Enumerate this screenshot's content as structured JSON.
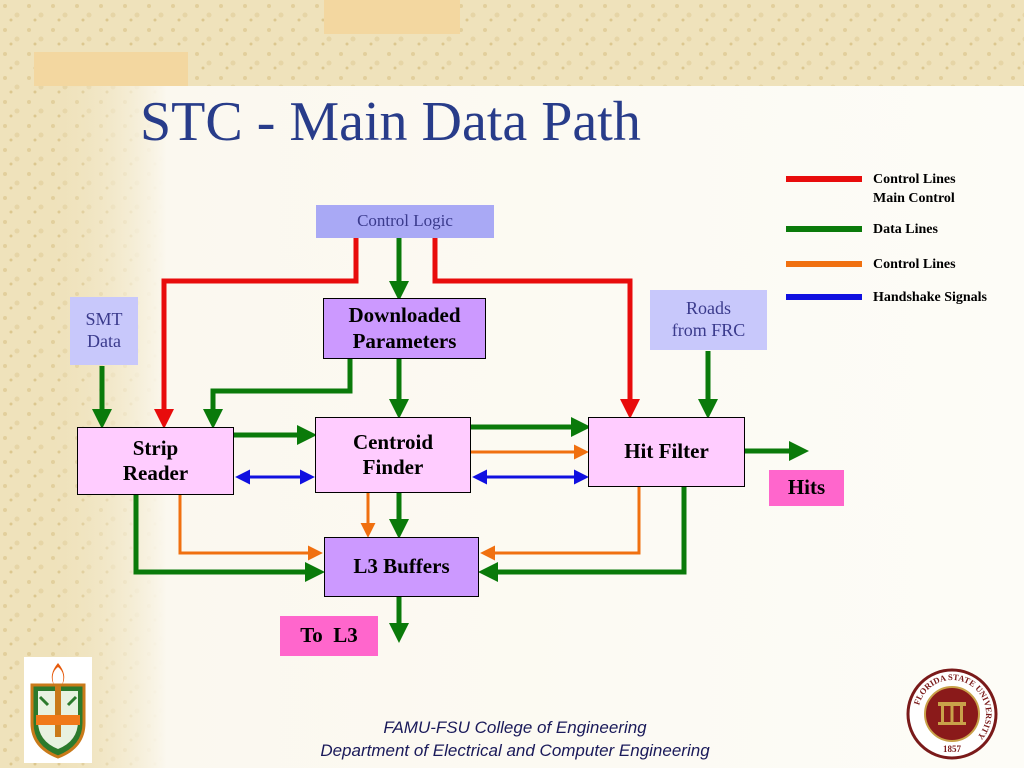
{
  "slide": {
    "title": "STC - Main Data Path"
  },
  "legend": {
    "items": [
      {
        "label_line1": "Control Lines",
        "label_line2": "Main Control",
        "color": "#e80c0c"
      },
      {
        "label_line1": "Data Lines",
        "label_line2": "",
        "color": "#0a7a0a"
      },
      {
        "label_line1": "Control Lines",
        "label_line2": "",
        "color": "#f07010"
      },
      {
        "label_line1": "Handshake Signals",
        "label_line2": "",
        "color": "#1010e0"
      }
    ]
  },
  "blocks": {
    "control_logic": "Control Logic",
    "downloaded_parameters_line1": "Downloaded",
    "downloaded_parameters_line2": "Parameters",
    "smt_data_line1": "SMT",
    "smt_data_line2": "Data",
    "roads_line1": "Roads",
    "roads_line2": "from FRC",
    "strip_reader_line1": "Strip",
    "strip_reader_line2": "Reader",
    "centroid_finder_line1": "Centroid",
    "centroid_finder_line2": "Finder",
    "hit_filter": "Hit Filter",
    "l3_buffers": "L3 Buffers",
    "hits": "Hits",
    "to_l3": "To  L3"
  },
  "footer": {
    "line1": "FAMU-FSU College of Engineering",
    "line2": "Department of Electrical and Computer Engineering"
  },
  "logos": {
    "left": "famu-crest-icon",
    "right": "fsu-seal-icon",
    "seal_text": "FLORIDA STATE UNIVERSITY",
    "seal_year": "1857"
  },
  "colors": {
    "title": "#283c8a",
    "control_main": "#e80c0c",
    "data": "#0a7a0a",
    "control": "#f07010",
    "handshake": "#1010e0"
  }
}
